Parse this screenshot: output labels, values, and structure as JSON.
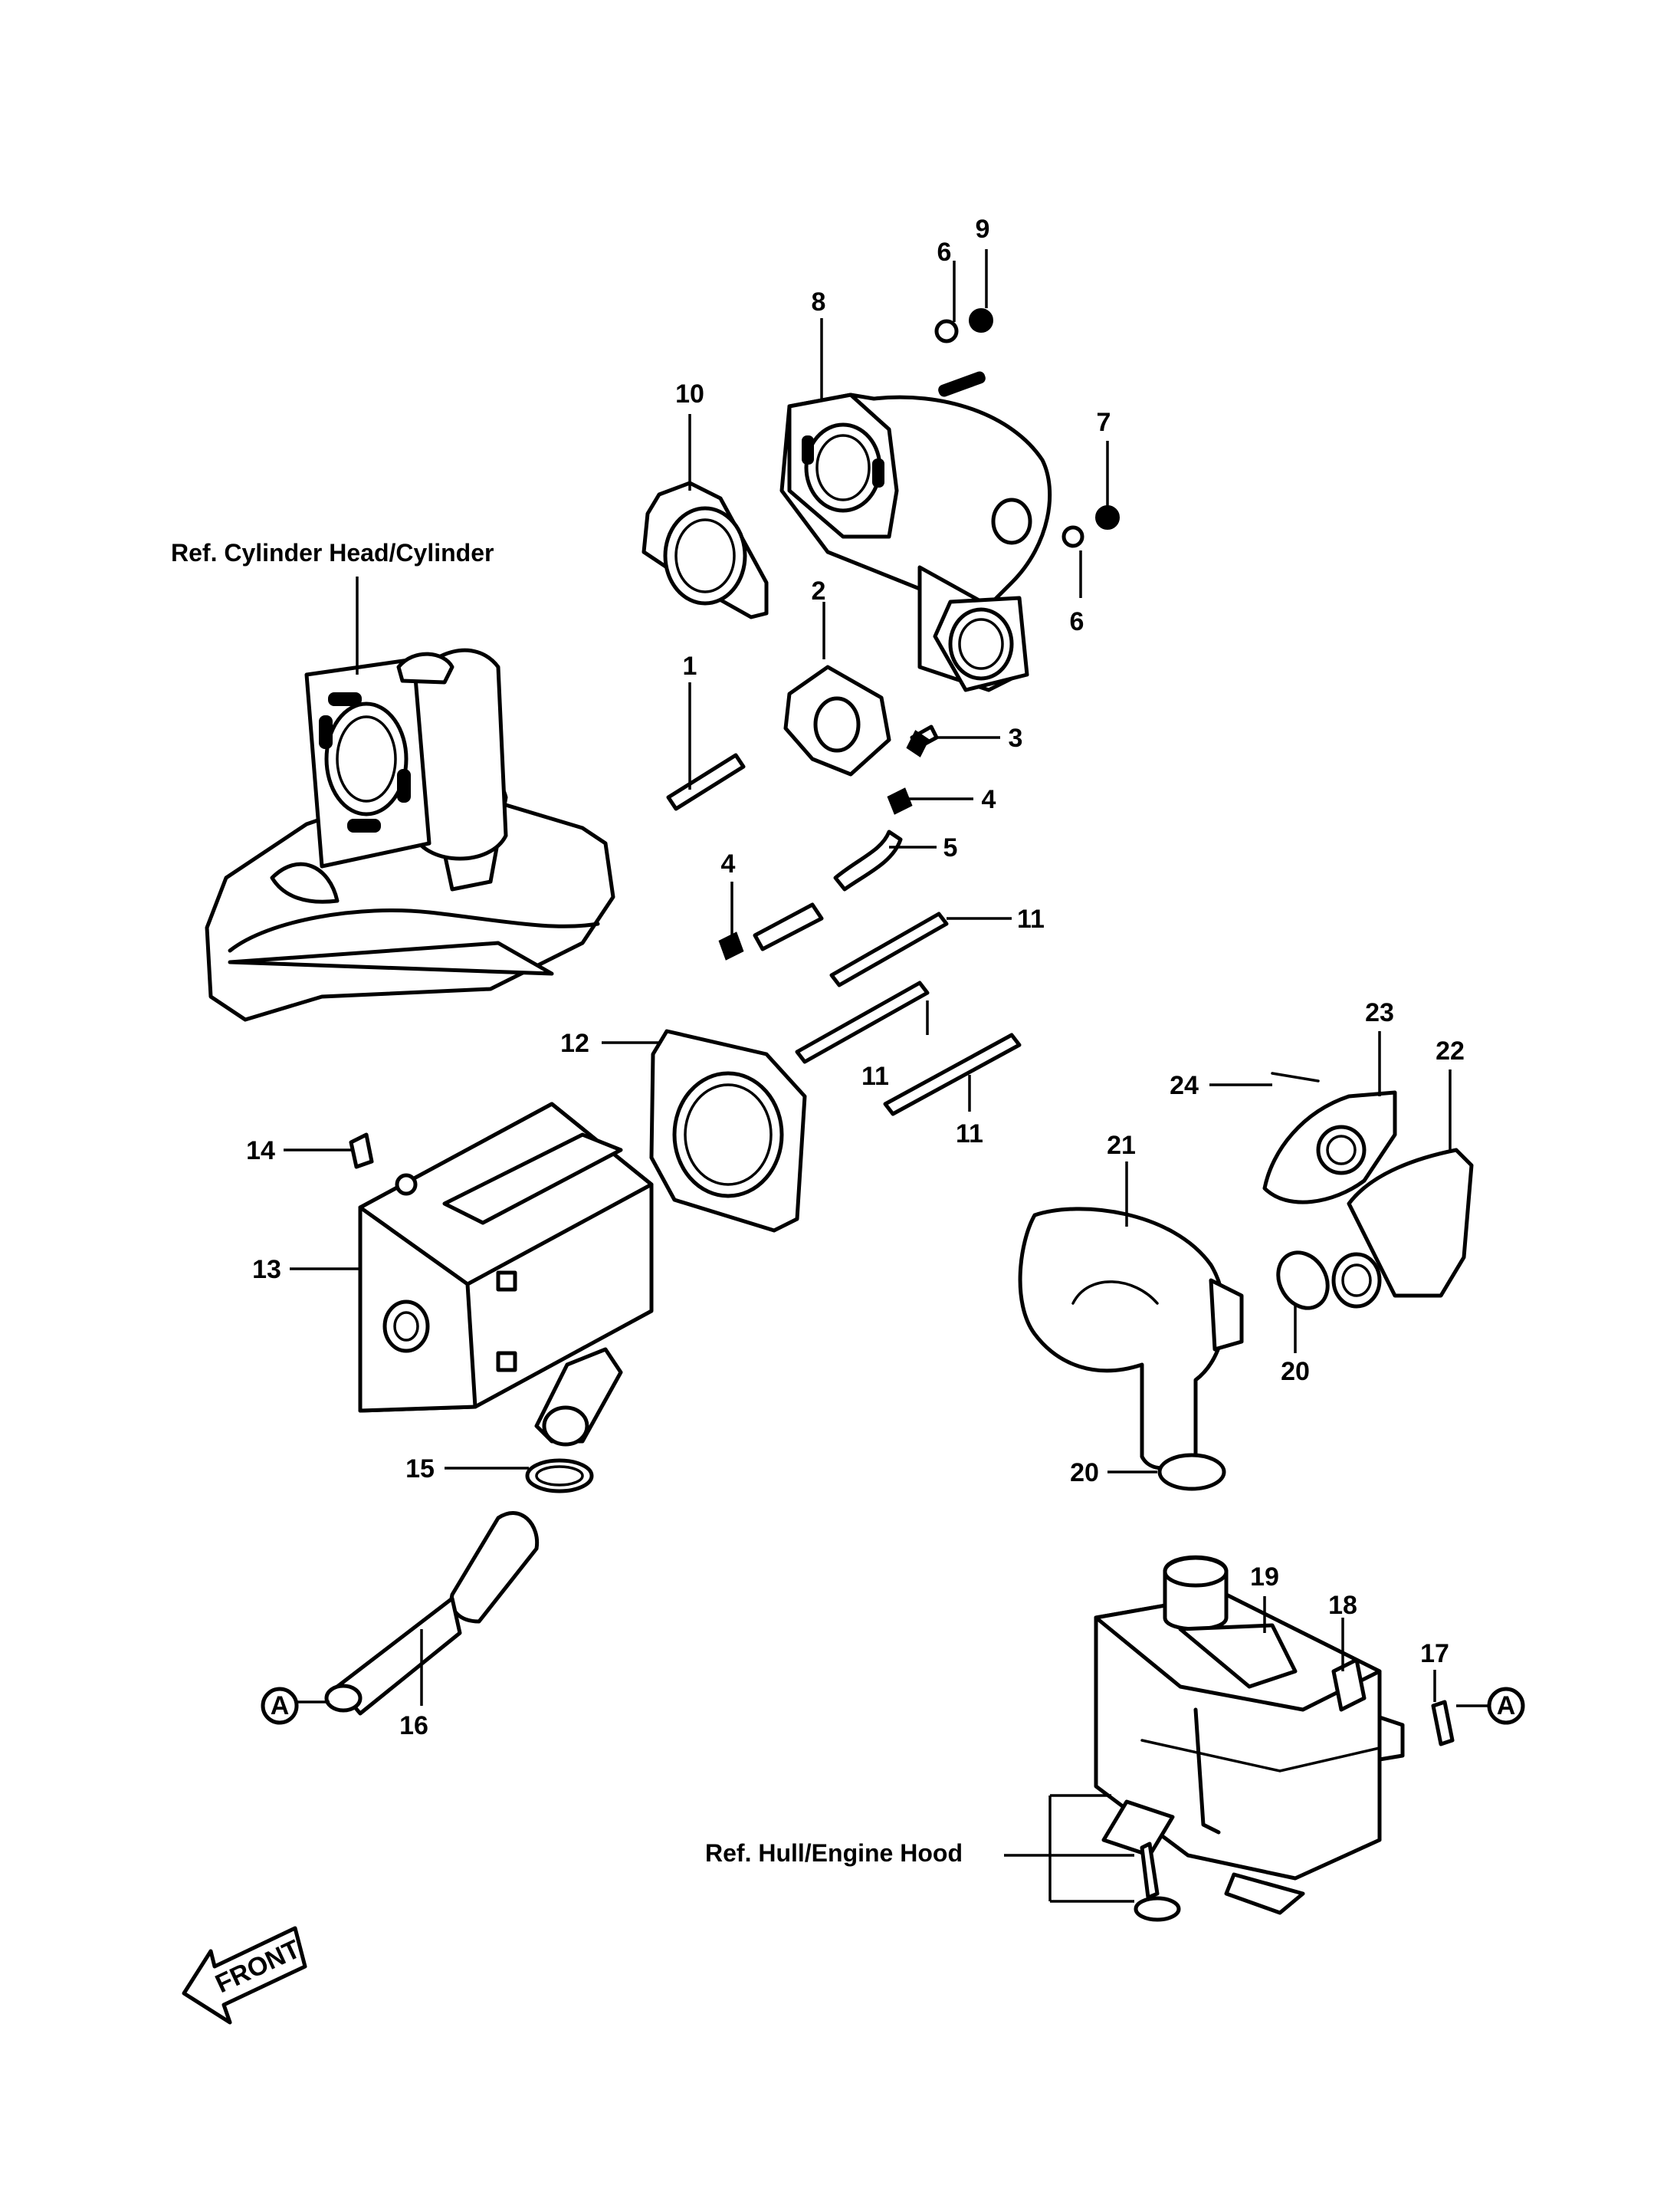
{
  "labels": {
    "ref_cylinder": "Ref. Cylinder Head/Cylinder",
    "ref_hull": "Ref. Hull/Engine Hood",
    "front": "FRONT",
    "connector_a": "A"
  },
  "callouts": {
    "c1": "1",
    "c2": "2",
    "c3": "3",
    "c4a": "4",
    "c4b": "4",
    "c5": "5",
    "c6a": "6",
    "c6b": "6",
    "c7": "7",
    "c8": "8",
    "c9": "9",
    "c10": "10",
    "c11a": "11",
    "c11b": "11",
    "c11c": "11",
    "c12": "12",
    "c13": "13",
    "c14": "14",
    "c15": "15",
    "c16": "16",
    "c17": "17",
    "c18": "18",
    "c19": "19",
    "c20a": "20",
    "c20b": "20",
    "c21": "21",
    "c22": "22",
    "c23": "23",
    "c24": "24"
  }
}
